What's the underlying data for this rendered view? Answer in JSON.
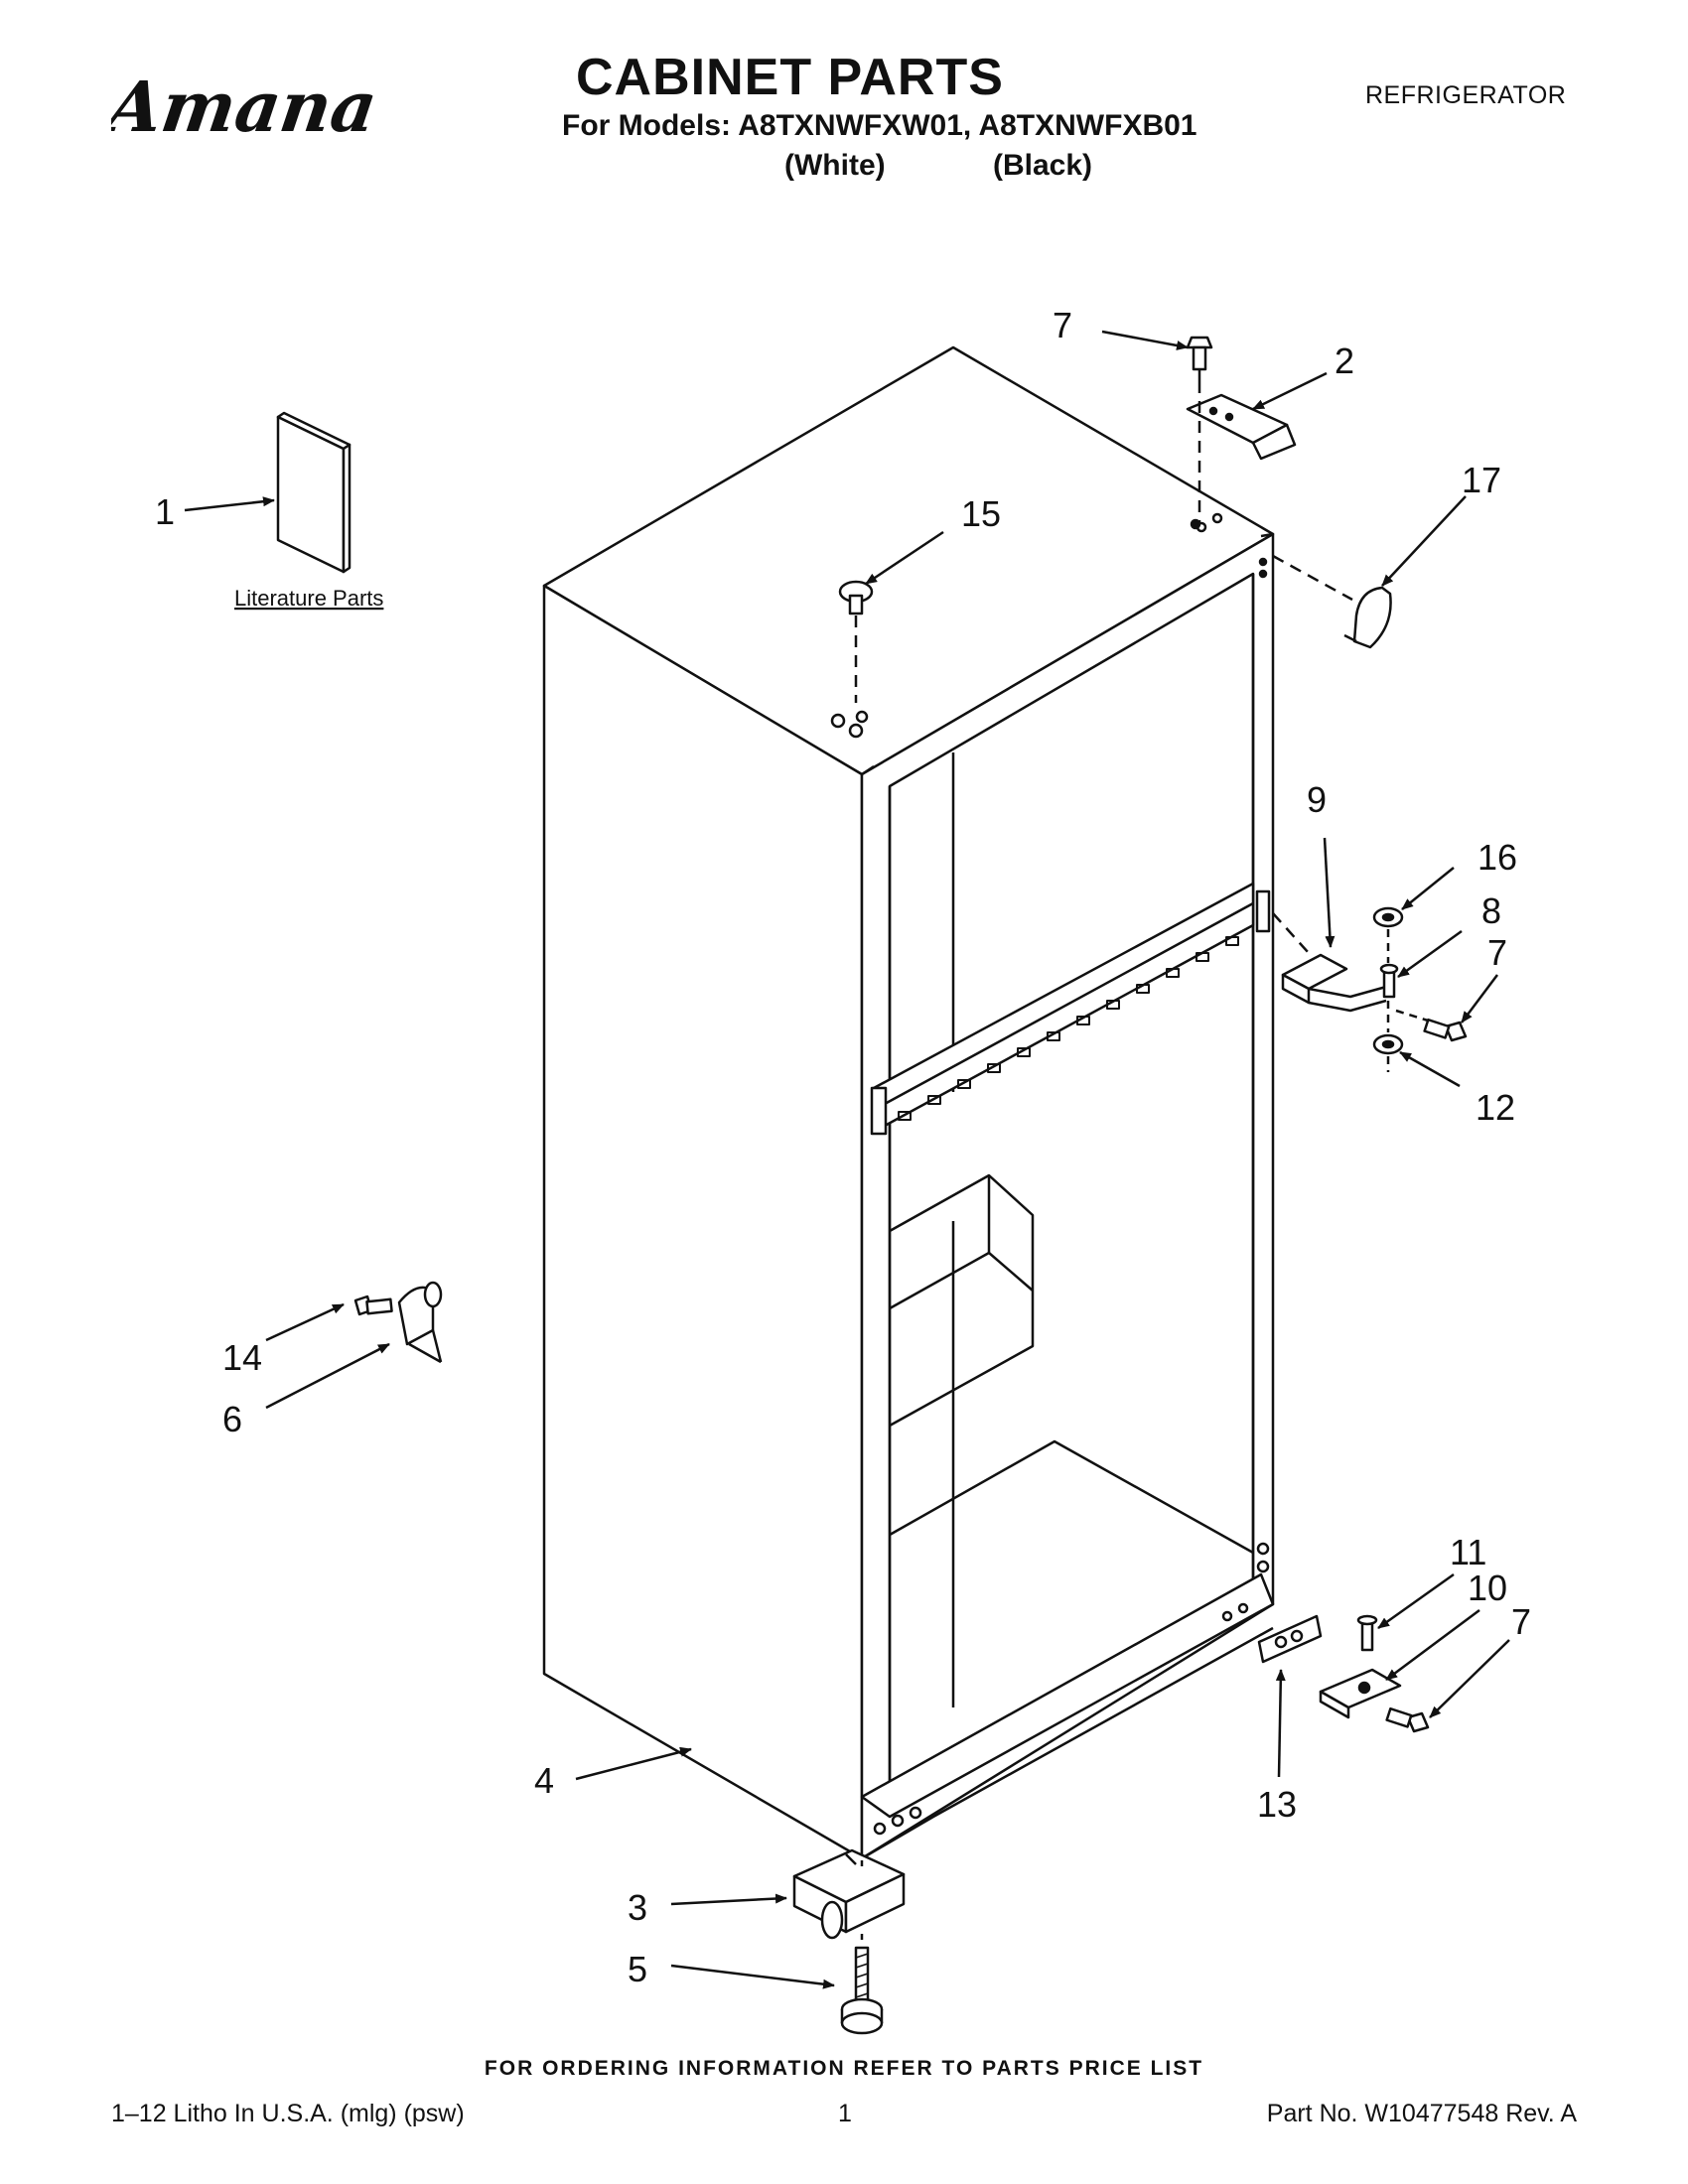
{
  "brand": {
    "name": "Amana"
  },
  "header": {
    "title": "CABINET PARTS",
    "models_line": "For Models: A8TXNWFXW01, A8TXNWFXB01",
    "variant_white": "(White)",
    "variant_black": "(Black)",
    "category": "REFRIGERATOR"
  },
  "diagram": {
    "literature_label": "Literature Parts",
    "callouts": [
      {
        "id": "c1",
        "label": "1"
      },
      {
        "id": "c2",
        "label": "2"
      },
      {
        "id": "c3",
        "label": "3"
      },
      {
        "id": "c4",
        "label": "4"
      },
      {
        "id": "c5",
        "label": "5"
      },
      {
        "id": "c6",
        "label": "6"
      },
      {
        "id": "c7a",
        "label": "7"
      },
      {
        "id": "c7b",
        "label": "7"
      },
      {
        "id": "c7c",
        "label": "7"
      },
      {
        "id": "c8",
        "label": "8"
      },
      {
        "id": "c9",
        "label": "9"
      },
      {
        "id": "c10",
        "label": "10"
      },
      {
        "id": "c11",
        "label": "11"
      },
      {
        "id": "c12",
        "label": "12"
      },
      {
        "id": "c13",
        "label": "13"
      },
      {
        "id": "c14",
        "label": "14"
      },
      {
        "id": "c15",
        "label": "15"
      },
      {
        "id": "c16",
        "label": "16"
      },
      {
        "id": "c17",
        "label": "17"
      }
    ]
  },
  "footer": {
    "order_note": "FOR ORDERING INFORMATION REFER TO PARTS PRICE LIST",
    "litho": "1–12 Litho In U.S.A. (mlg) (psw)",
    "page_number": "1",
    "part_number": "Part No. W10477548 Rev. A"
  }
}
